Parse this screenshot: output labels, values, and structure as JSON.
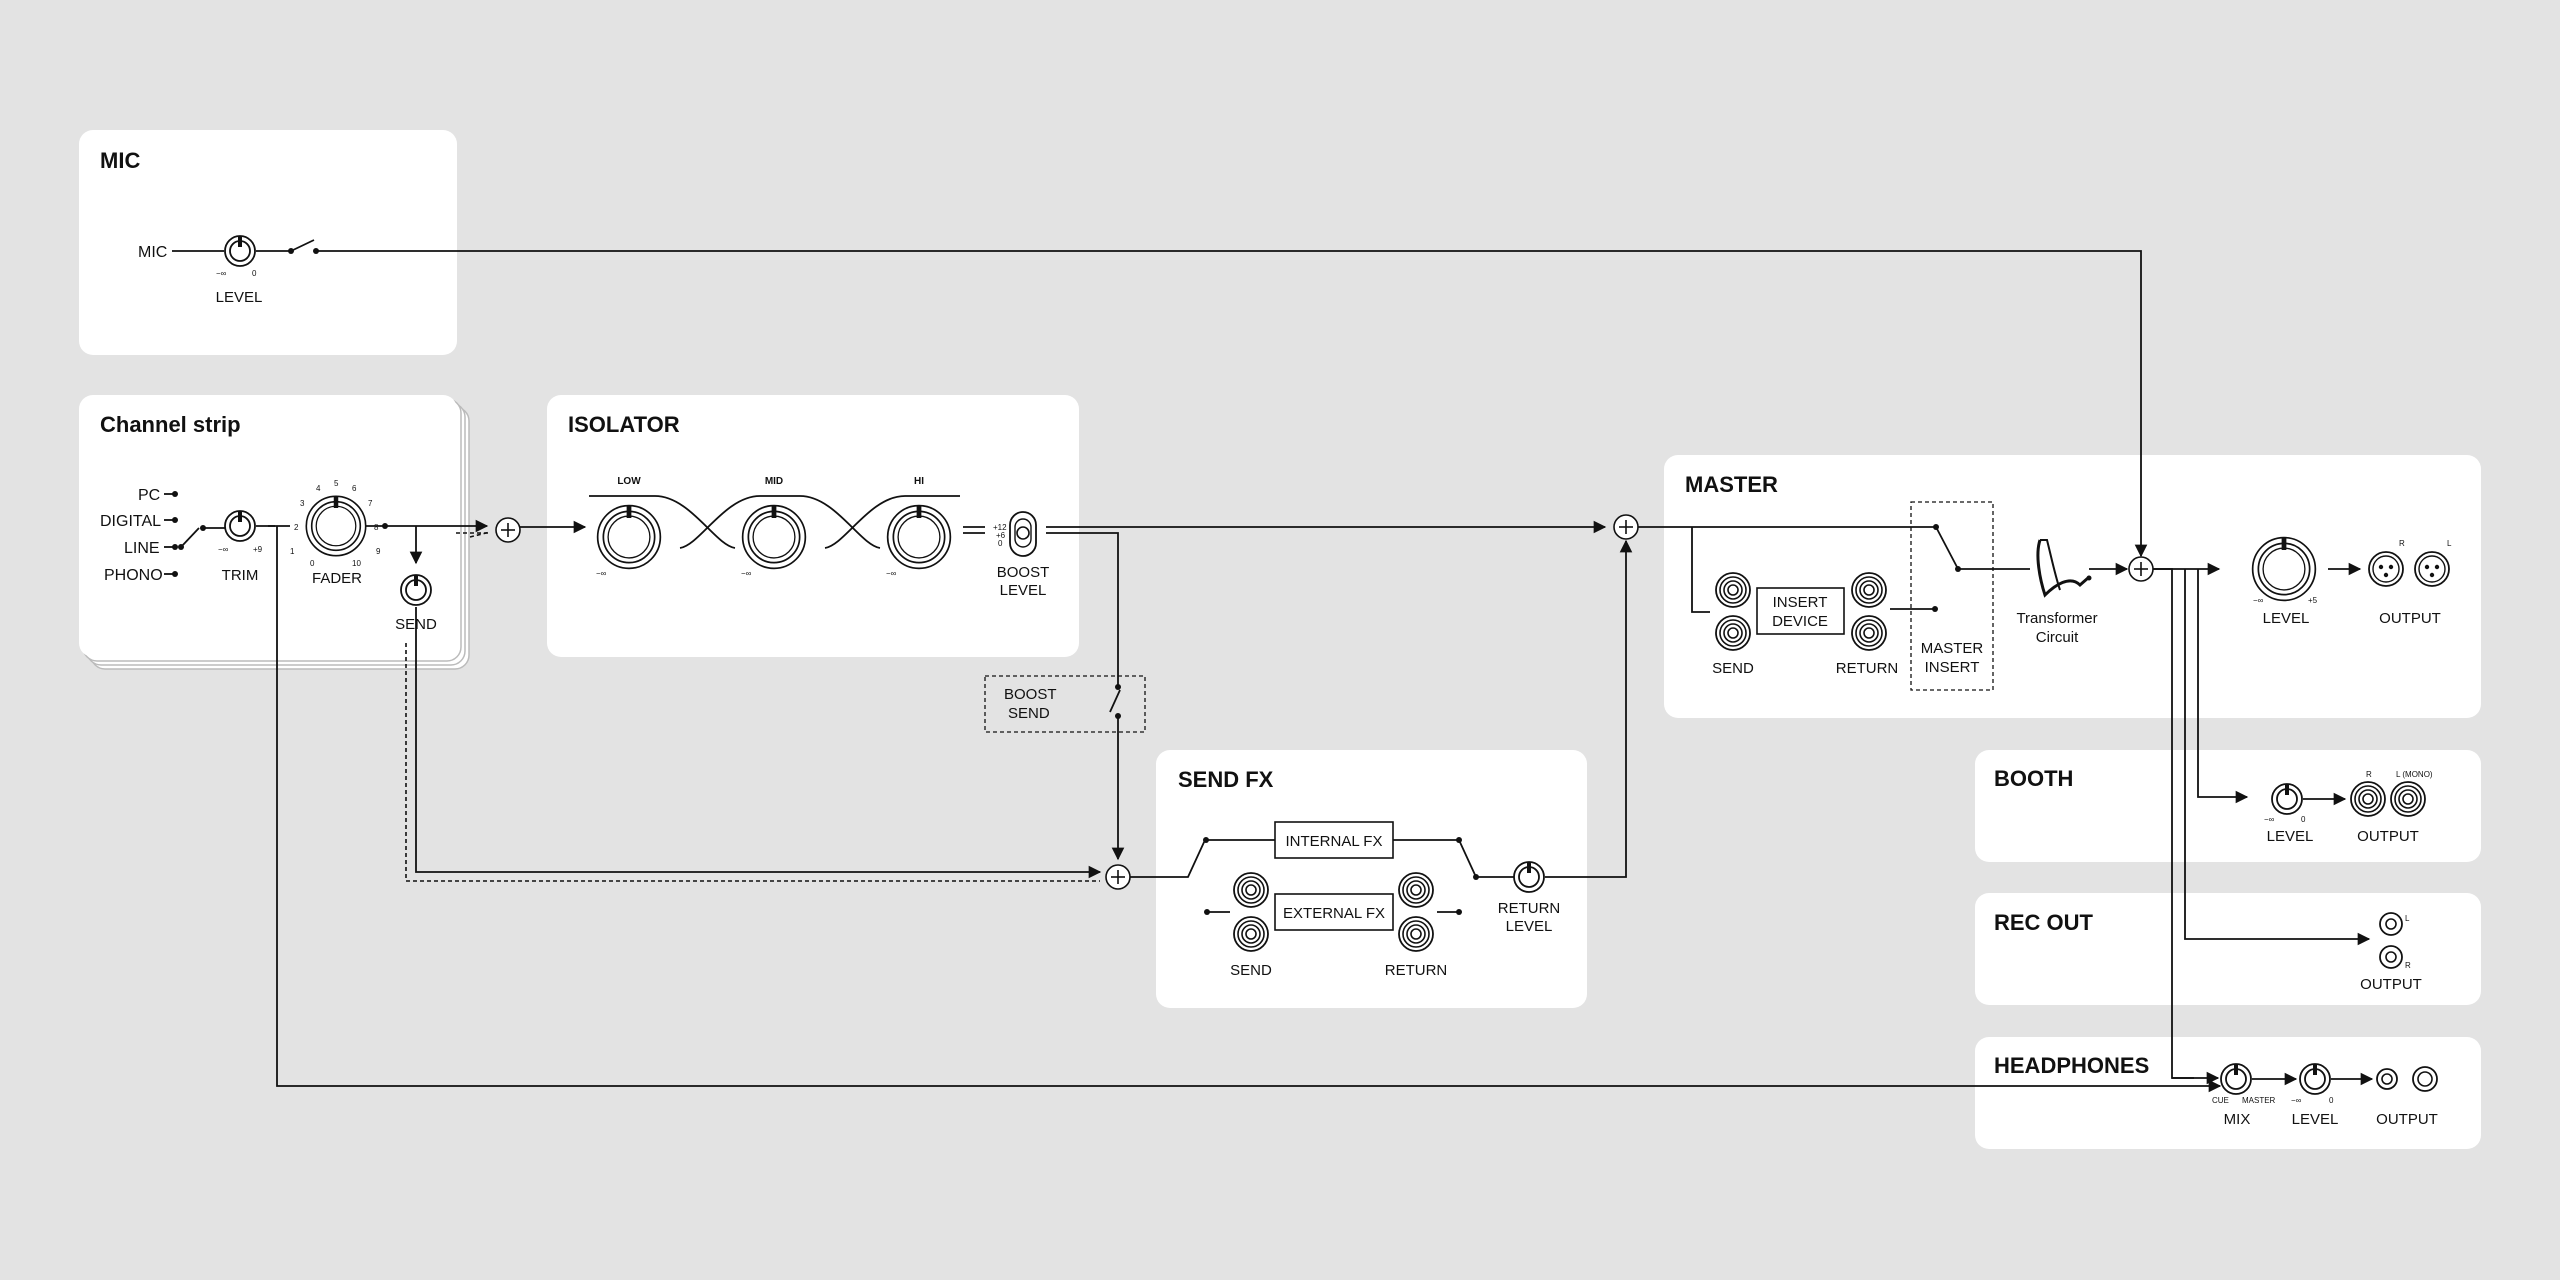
{
  "panels": {
    "mic": "MIC",
    "channel_strip": "Channel strip",
    "isolator": "ISOLATOR",
    "master": "MASTER",
    "send_fx": "SEND FX",
    "booth": "BOOTH",
    "rec_out": "REC OUT",
    "headphones": "HEADPHONES"
  },
  "mic": {
    "input_label": "MIC",
    "level_label": "LEVEL",
    "scale_min": "−∞",
    "scale_max": "0"
  },
  "channel_strip": {
    "inputs": [
      "PC",
      "DIGITAL",
      "LINE",
      "PHONO"
    ],
    "trim_label": "TRIM",
    "trim_min": "−∞",
    "trim_max": "+9",
    "fader_label": "FADER",
    "fader_ticks": [
      "0",
      "1",
      "2",
      "3",
      "4",
      "5",
      "6",
      "7",
      "8",
      "9",
      "10"
    ],
    "send_label": "SEND"
  },
  "isolator": {
    "bands": [
      "LOW",
      "MID",
      "HI"
    ],
    "knob_min": "−∞",
    "boost_label_1": "BOOST",
    "boost_label_2": "LEVEL",
    "boost_scale": [
      "+12",
      "+6",
      "0"
    ]
  },
  "boost_send": {
    "line1": "BOOST",
    "line2": "SEND"
  },
  "send_fx": {
    "internal_fx": "INTERNAL FX",
    "external_fx": "EXTERNAL FX",
    "send_label": "SEND",
    "return_label": "RETURN",
    "return_level_1": "RETURN",
    "return_level_2": "LEVEL"
  },
  "master": {
    "insert_device_1": "INSERT",
    "insert_device_2": "DEVICE",
    "send_label": "SEND",
    "return_label": "RETURN",
    "master_insert_1": "MASTER",
    "master_insert_2": "INSERT",
    "transformer_1": "Transformer",
    "transformer_2": "Circuit",
    "level_label": "LEVEL",
    "level_min": "−∞",
    "level_max": "+5",
    "output_label": "OUTPUT",
    "out_r": "R",
    "out_l": "L"
  },
  "booth": {
    "level_label": "LEVEL",
    "output_label": "OUTPUT",
    "level_min": "−∞",
    "level_max": "0",
    "out_r": "R",
    "out_l": "L (MONO)"
  },
  "rec_out": {
    "output_label": "OUTPUT",
    "jack_1": "L",
    "jack_2": "R"
  },
  "headphones": {
    "mix_label": "MIX",
    "mix_cue": "CUE",
    "mix_master": "MASTER",
    "level_label": "LEVEL",
    "level_min": "−∞",
    "level_max": "0",
    "output_label": "OUTPUT"
  }
}
